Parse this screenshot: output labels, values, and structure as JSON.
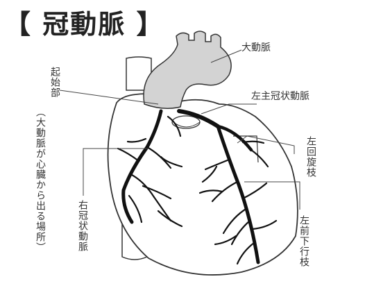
{
  "title": "【 冠動脈 】",
  "labels": {
    "aorta": "大動脈",
    "left_main": "左主冠状動脈",
    "left_circumflex": "左回旋枝",
    "lad": "左前下行枝",
    "rca": "右冠状動脈",
    "origin": "起始部",
    "origin_note": "（大動脈が心臓から出る場所）"
  }
}
